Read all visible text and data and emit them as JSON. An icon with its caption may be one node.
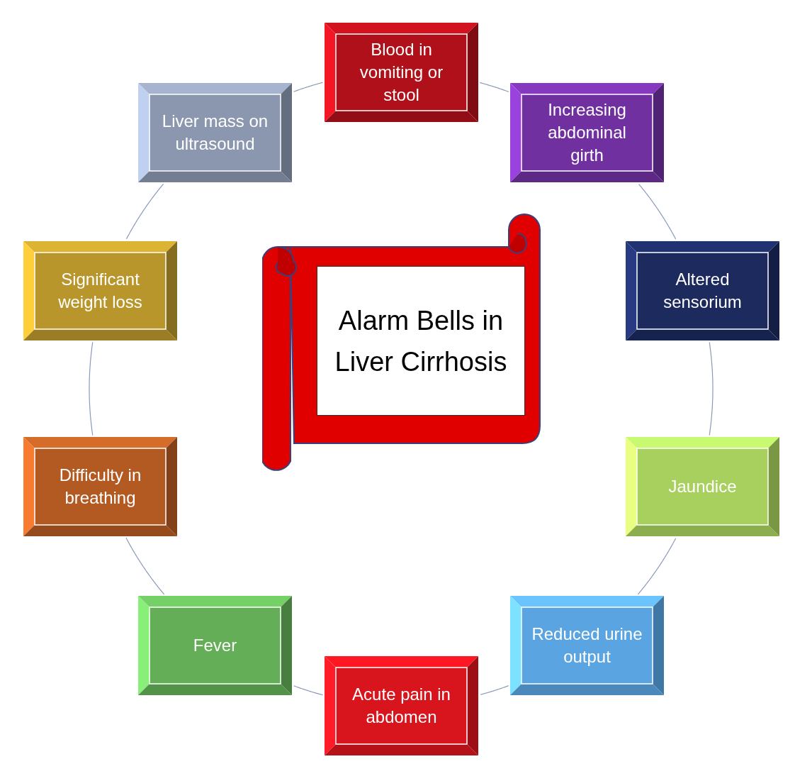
{
  "diagram": {
    "nodes": [
      {
        "text": [
          "Alarm Bells in Liver Cirrhosis"
        ]
      },
      {
        "text": [
          "Blood in vomiting or stool"
        ]
      },
      {
        "text": [
          "Increasing abdominal girth"
        ]
      },
      {
        "text": [
          "Altered sensorium"
        ]
      },
      {
        "text": [
          "Jaundice"
        ]
      },
      {
        "text": [
          "Reduced urine output"
        ]
      },
      {
        "text": [
          "Acute pain in abdomen"
        ]
      },
      {
        "text": [
          "Fever"
        ]
      },
      {
        "text": [
          "Difficulty in breathing"
        ]
      },
      {
        "text": [
          "Significant weight loss"
        ]
      },
      {
        "text": [
          "Liver mass on ultrasound"
        ]
      }
    ],
    "edges": [
      {
        "from": 1,
        "to": 2,
        "arrow": "none"
      },
      {
        "from": 2,
        "to": 3,
        "arrow": "none"
      },
      {
        "from": 3,
        "to": 4,
        "arrow": "none"
      },
      {
        "from": 4,
        "to": 5,
        "arrow": "none"
      },
      {
        "from": 5,
        "to": 6,
        "arrow": "none"
      },
      {
        "from": 6,
        "to": 7,
        "arrow": "none"
      },
      {
        "from": 7,
        "to": 8,
        "arrow": "none"
      },
      {
        "from": 8,
        "to": 9,
        "arrow": "none"
      },
      {
        "from": 9,
        "to": 10,
        "arrow": "none"
      },
      {
        "from": 10,
        "to": 1,
        "arrow": "none"
      }
    ]
  }
}
